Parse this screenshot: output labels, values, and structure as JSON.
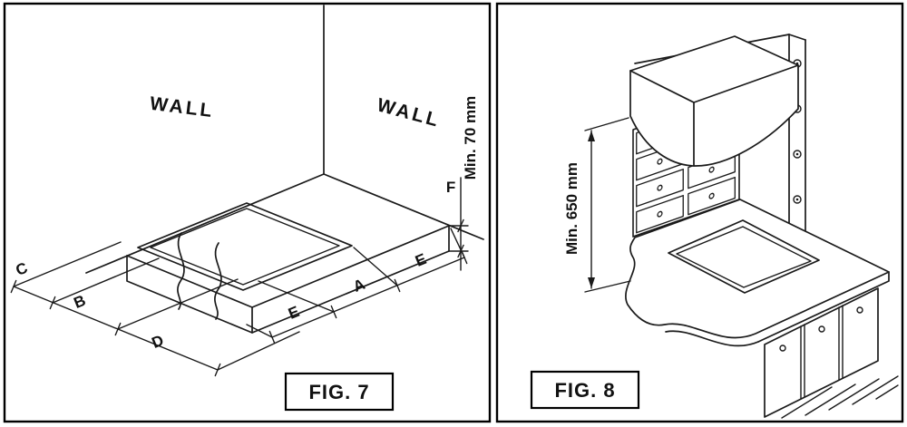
{
  "figure7": {
    "caption": "FIG. 7",
    "wall_left": "WALL",
    "wall_right": "WALL",
    "min_clearance": "Min. 70 mm",
    "dims": {
      "c": "C",
      "b": "B",
      "d": "D",
      "e_left": "E",
      "a": "A",
      "e_right": "E",
      "f": "F"
    }
  },
  "figure8": {
    "caption": "FIG. 8",
    "min_clearance": "Min. 650 mm"
  },
  "colors": {
    "ink": "#1a1a1a",
    "paper": "#ffffff",
    "border": "#000000"
  }
}
